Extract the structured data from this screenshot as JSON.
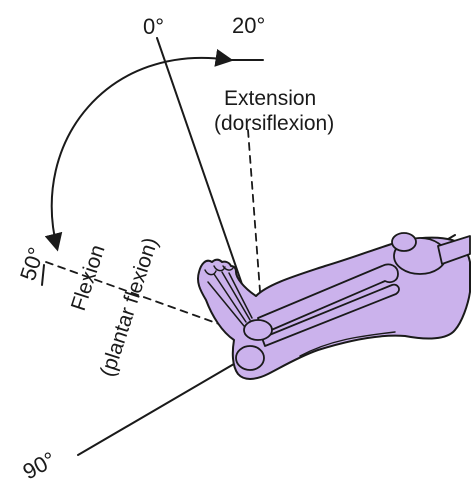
{
  "labels": {
    "zero": "0°",
    "twenty": "20°",
    "fifty": "50°",
    "ninety": "90°",
    "extension": "Extension",
    "dorsiflexion": "(dorsiflexion)",
    "flexion": "Flexion",
    "plantar_flexion": "(plantar flexion)"
  },
  "angles_deg": {
    "neutral": 0,
    "extension_limit": 20,
    "flexion_limit": 50,
    "leg_axis": 90
  },
  "colors": {
    "limb_fill": "#cbb2ec",
    "ink": "#1a1a1a"
  }
}
